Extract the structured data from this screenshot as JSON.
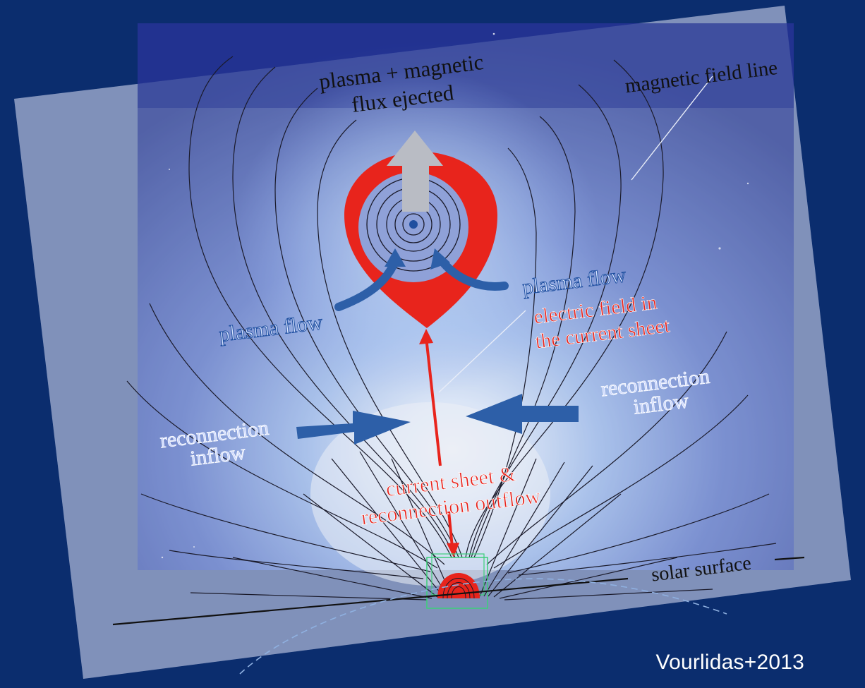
{
  "labels": {
    "ejected_line1": "plasma + magnetic",
    "ejected_line2": "flux ejected",
    "field_line": "magnetic field line",
    "plasma_flow_left": "plasma flow",
    "plasma_flow_right": "plasma flow",
    "electric_line1": "electric field  in",
    "electric_line2": "the current sheet",
    "recon_right_line1": "reconnection",
    "recon_right_line2": "inflow",
    "recon_left_line1": "reconnection",
    "recon_left_line2": "inflow",
    "current_line1": "current sheet &",
    "current_line2": "reconnection outflow",
    "solar_surface": "solar surface"
  },
  "credit": "Vourlidas+2013",
  "colors": {
    "background": "#0b2d6e",
    "panel": "#7f8fb8",
    "flux_rope": "#e8241c",
    "flow_arrow": "#2d5fa8",
    "ejection_arrow": "#b9bcc4",
    "text_blue": "#1f4fa0",
    "text_red": "#e8241c"
  }
}
